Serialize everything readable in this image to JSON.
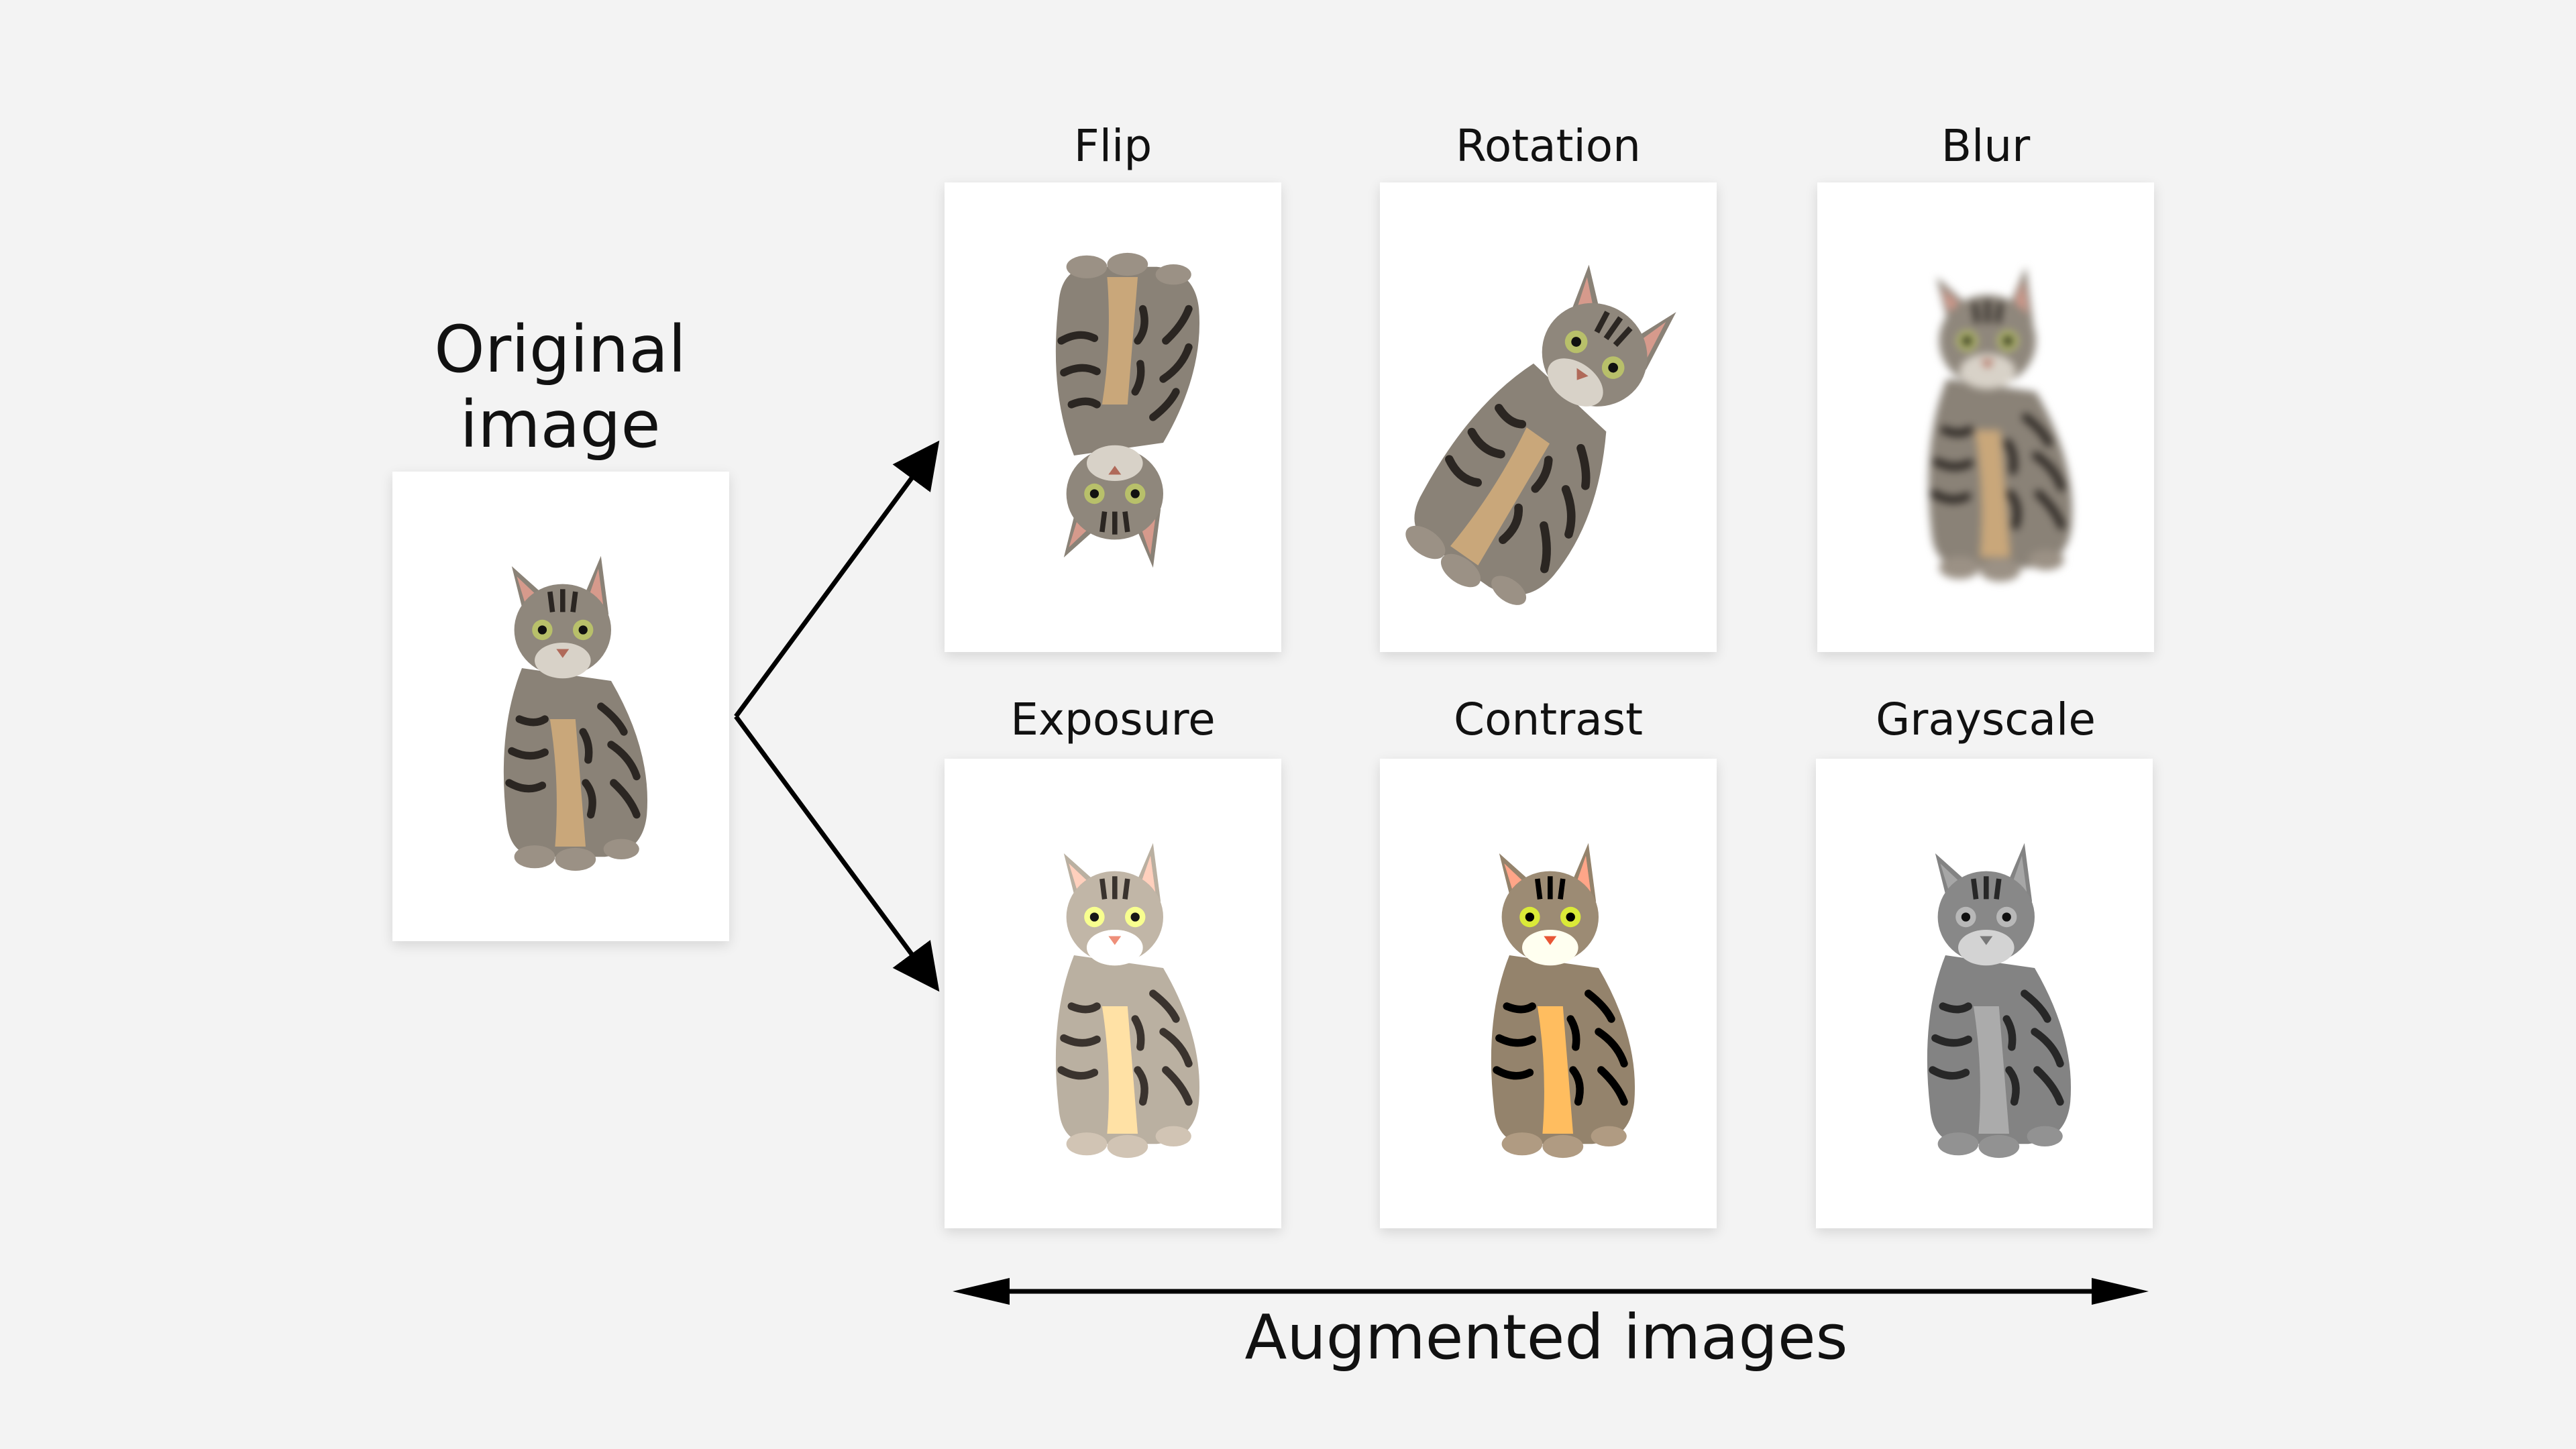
{
  "original": {
    "title_line1": "Original",
    "title_line2": "image"
  },
  "augmentations": [
    {
      "label": "Flip",
      "effect": "vertical-flip"
    },
    {
      "label": "Rotation",
      "effect": "rotate"
    },
    {
      "label": "Blur",
      "effect": "blur"
    },
    {
      "label": "Exposure",
      "effect": "brighten"
    },
    {
      "label": "Contrast",
      "effect": "contrast"
    },
    {
      "label": "Grayscale",
      "effect": "grayscale"
    }
  ],
  "footer": {
    "label": "Augmented images"
  },
  "icons": {
    "branch_arrows": "arrow-right-icon",
    "span_arrow": "double-arrow-icon"
  }
}
